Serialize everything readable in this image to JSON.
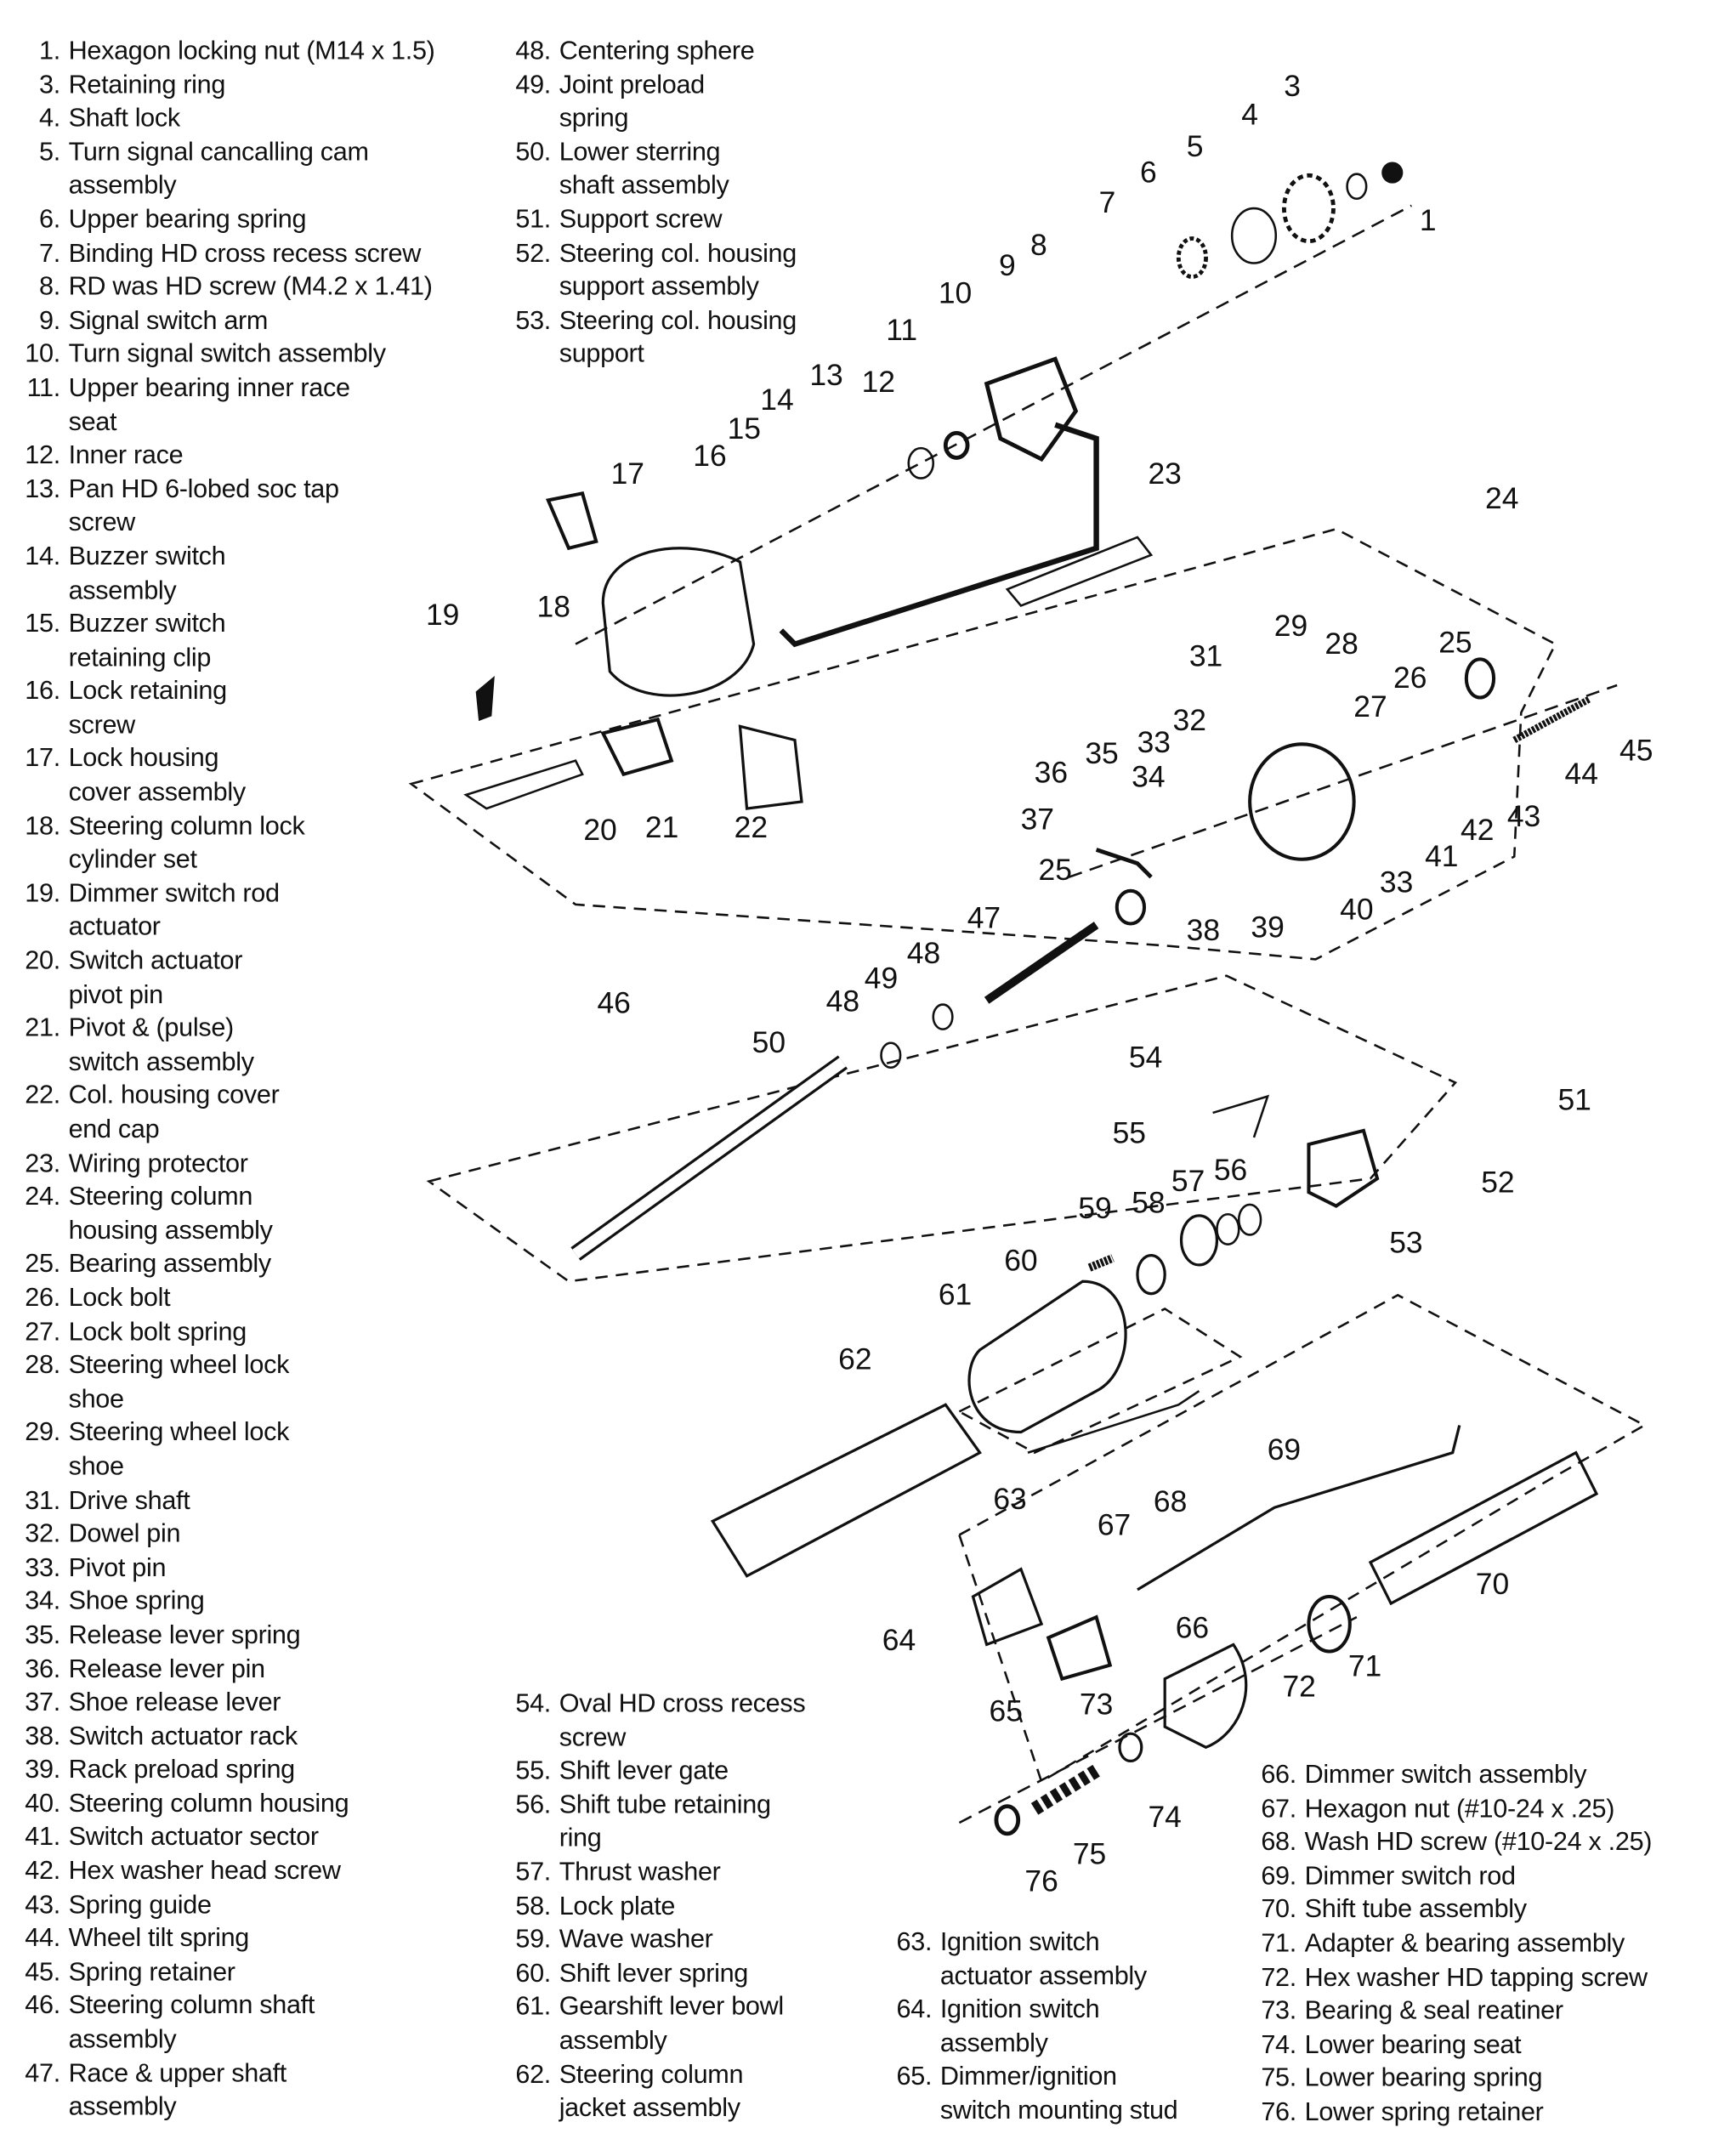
{
  "legend": {
    "column1": [
      {
        "num": "1",
        "lines": [
          "Hexagon locking nut (M14 x 1.5)"
        ]
      },
      {
        "num": "3",
        "lines": [
          "Retaining ring"
        ]
      },
      {
        "num": "4",
        "lines": [
          "Shaft lock"
        ]
      },
      {
        "num": "5",
        "lines": [
          "Turn signal cancalling cam",
          "assembly"
        ]
      },
      {
        "num": "6",
        "lines": [
          "Upper bearing spring"
        ]
      },
      {
        "num": "7",
        "lines": [
          "Binding HD cross recess screw"
        ]
      },
      {
        "num": "8",
        "lines": [
          "RD was HD screw (M4.2 x 1.41)"
        ]
      },
      {
        "num": "9",
        "lines": [
          "Signal switch arm"
        ]
      },
      {
        "num": "10",
        "lines": [
          "Turn signal switch assembly"
        ]
      },
      {
        "num": "11",
        "lines": [
          "Upper bearing inner race",
          "seat"
        ]
      },
      {
        "num": "12",
        "lines": [
          "Inner race"
        ]
      },
      {
        "num": "13",
        "lines": [
          "Pan HD 6-lobed soc tap",
          "screw"
        ]
      },
      {
        "num": "14",
        "lines": [
          "Buzzer switch",
          "assembly"
        ]
      },
      {
        "num": "15",
        "lines": [
          "Buzzer switch",
          "retaining clip"
        ]
      },
      {
        "num": "16",
        "lines": [
          "Lock retaining",
          "screw"
        ]
      },
      {
        "num": "17",
        "lines": [
          "Lock housing",
          "cover assembly"
        ]
      },
      {
        "num": "18",
        "lines": [
          "Steering column lock",
          "cylinder set"
        ]
      },
      {
        "num": "19",
        "lines": [
          "Dimmer switch rod",
          "actuator"
        ]
      },
      {
        "num": "20",
        "lines": [
          "Switch actuator",
          "pivot pin"
        ]
      },
      {
        "num": "21",
        "lines": [
          "Pivot & (pulse)",
          "switch assembly"
        ]
      },
      {
        "num": "22",
        "lines": [
          "Col. housing cover",
          "end cap"
        ]
      },
      {
        "num": "23",
        "lines": [
          "Wiring protector"
        ]
      },
      {
        "num": "24",
        "lines": [
          "Steering column",
          "housing assembly"
        ]
      },
      {
        "num": "25",
        "lines": [
          "Bearing assembly"
        ]
      },
      {
        "num": "26",
        "lines": [
          "Lock bolt"
        ]
      },
      {
        "num": "27",
        "lines": [
          "Lock bolt spring"
        ]
      },
      {
        "num": "28",
        "lines": [
          "Steering wheel lock",
          "shoe"
        ]
      },
      {
        "num": "29",
        "lines": [
          "Steering wheel lock",
          "shoe"
        ]
      },
      {
        "num": "31",
        "lines": [
          "Drive shaft"
        ]
      },
      {
        "num": "32",
        "lines": [
          "Dowel pin"
        ]
      },
      {
        "num": "33",
        "lines": [
          "Pivot pin"
        ]
      },
      {
        "num": "34",
        "lines": [
          "Shoe spring"
        ]
      },
      {
        "num": "35",
        "lines": [
          "Release lever spring"
        ]
      },
      {
        "num": "36",
        "lines": [
          "Release lever pin"
        ]
      },
      {
        "num": "37",
        "lines": [
          "Shoe release lever"
        ]
      },
      {
        "num": "38",
        "lines": [
          "Switch actuator rack"
        ]
      },
      {
        "num": "39",
        "lines": [
          "Rack preload spring"
        ]
      },
      {
        "num": "40",
        "lines": [
          "Steering column housing"
        ]
      },
      {
        "num": "41",
        "lines": [
          "Switch actuator sector"
        ]
      },
      {
        "num": "42",
        "lines": [
          "Hex washer head screw"
        ]
      },
      {
        "num": "43",
        "lines": [
          "Spring guide"
        ]
      },
      {
        "num": "44",
        "lines": [
          "Wheel tilt spring"
        ]
      },
      {
        "num": "45",
        "lines": [
          "Spring retainer"
        ]
      },
      {
        "num": "46",
        "lines": [
          "Steering column shaft",
          "assembly"
        ]
      },
      {
        "num": "47",
        "lines": [
          "Race & upper shaft",
          "assembly"
        ]
      }
    ],
    "column2a": [
      {
        "num": "48",
        "lines": [
          "Centering sphere"
        ]
      },
      {
        "num": "49",
        "lines": [
          "Joint preload",
          "spring"
        ]
      },
      {
        "num": "50",
        "lines": [
          "Lower sterring",
          "shaft assembly"
        ]
      },
      {
        "num": "51",
        "lines": [
          "Support screw"
        ]
      },
      {
        "num": "52",
        "lines": [
          "Steering col. housing",
          "support assembly"
        ]
      },
      {
        "num": "53",
        "lines": [
          "Steering col. housing",
          "support"
        ]
      }
    ],
    "column2b": [
      {
        "num": "54",
        "lines": [
          "Oval HD cross recess",
          "screw"
        ]
      },
      {
        "num": "55",
        "lines": [
          "Shift lever gate"
        ]
      },
      {
        "num": "56",
        "lines": [
          "Shift tube retaining",
          "ring"
        ]
      },
      {
        "num": "57",
        "lines": [
          "Thrust washer"
        ]
      },
      {
        "num": "58",
        "lines": [
          "Lock plate"
        ]
      },
      {
        "num": "59",
        "lines": [
          "Wave washer"
        ]
      },
      {
        "num": "60",
        "lines": [
          "Shift lever spring"
        ]
      },
      {
        "num": "61",
        "lines": [
          "Gearshift lever bowl",
          "assembly"
        ]
      },
      {
        "num": "62",
        "lines": [
          "Steering column",
          "jacket assembly"
        ]
      }
    ],
    "column3": [
      {
        "num": "63",
        "lines": [
          "Ignition switch",
          "actuator assembly"
        ]
      },
      {
        "num": "64",
        "lines": [
          "Ignition switch",
          "assembly"
        ]
      },
      {
        "num": "65",
        "lines": [
          "Dimmer/ignition",
          "switch mounting stud"
        ]
      }
    ],
    "column4": [
      {
        "num": "66",
        "lines": [
          "Dimmer switch assembly"
        ]
      },
      {
        "num": "67",
        "lines": [
          "Hexagon nut (#10-24 x .25)"
        ]
      },
      {
        "num": "68",
        "lines": [
          "Wash HD screw (#10-24 x .25)"
        ]
      },
      {
        "num": "69",
        "lines": [
          "Dimmer switch rod"
        ]
      },
      {
        "num": "70",
        "lines": [
          "Shift tube assembly"
        ]
      },
      {
        "num": "71",
        "lines": [
          "Adapter & bearing assembly"
        ]
      },
      {
        "num": "72",
        "lines": [
          "Hex washer HD tapping screw"
        ]
      },
      {
        "num": "73",
        "lines": [
          "Bearing & seal reatiner"
        ]
      },
      {
        "num": "74",
        "lines": [
          "Lower bearing seat"
        ]
      },
      {
        "num": "75",
        "lines": [
          "Lower bearing spring"
        ]
      },
      {
        "num": "76",
        "lines": [
          "Lower spring retainer"
        ]
      }
    ]
  },
  "diagram": {
    "callouts": [
      "1",
      "3",
      "4",
      "5",
      "6",
      "7",
      "8",
      "9",
      "10",
      "11",
      "12",
      "13",
      "14",
      "15",
      "16",
      "17",
      "18",
      "19",
      "20",
      "21",
      "22",
      "23",
      "24",
      "25",
      "26",
      "27",
      "28",
      "29",
      "31",
      "32",
      "33",
      "33",
      "34",
      "35",
      "36",
      "37",
      "25",
      "38",
      "39",
      "40",
      "41",
      "42",
      "43",
      "44",
      "45",
      "46",
      "47",
      "48",
      "48",
      "49",
      "50",
      "51",
      "52",
      "53",
      "54",
      "55",
      "56",
      "57",
      "58",
      "59",
      "60",
      "61",
      "62",
      "63",
      "64",
      "65",
      "66",
      "67",
      "68",
      "69",
      "70",
      "71",
      "72",
      "73",
      "74",
      "75",
      "76"
    ]
  },
  "colors": {
    "ink": "#111111",
    "background": "#ffffff"
  }
}
